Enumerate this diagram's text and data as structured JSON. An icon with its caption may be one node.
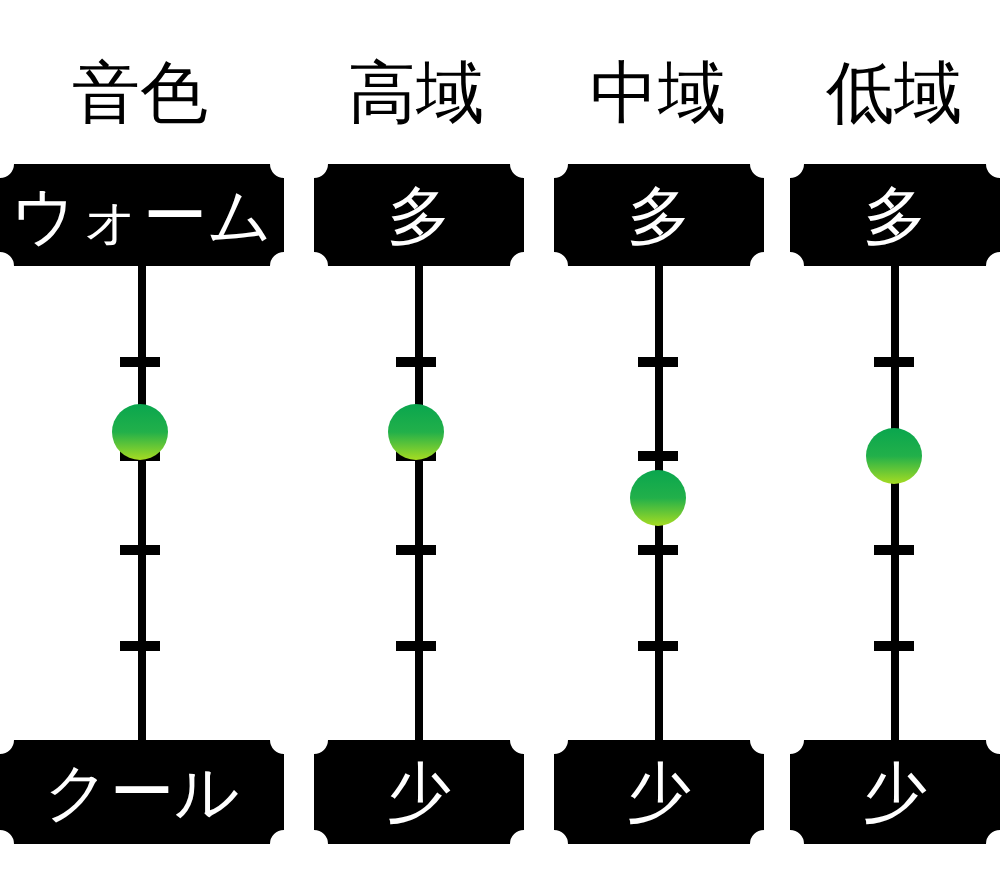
{
  "diagram": {
    "nodes": [
      {
        "text": [
          "ウォーム"
        ]
      },
      {
        "text": [
          "多"
        ]
      },
      {
        "text": [
          "多"
        ]
      },
      {
        "text": [
          "多"
        ]
      },
      {
        "text": [
          "クール"
        ]
      },
      {
        "text": [
          "少"
        ]
      },
      {
        "text": [
          "少"
        ]
      },
      {
        "text": [
          "少"
        ]
      }
    ],
    "edges": [
      {
        "from": 0,
        "to": 4,
        "arrow": "none"
      },
      {
        "from": 1,
        "to": 5,
        "arrow": "none"
      },
      {
        "from": 2,
        "to": 6,
        "arrow": "none"
      },
      {
        "from": 3,
        "to": 7,
        "arrow": "none"
      }
    ],
    "labels": [
      "音色",
      "高域",
      "中域",
      "低域"
    ]
  }
}
